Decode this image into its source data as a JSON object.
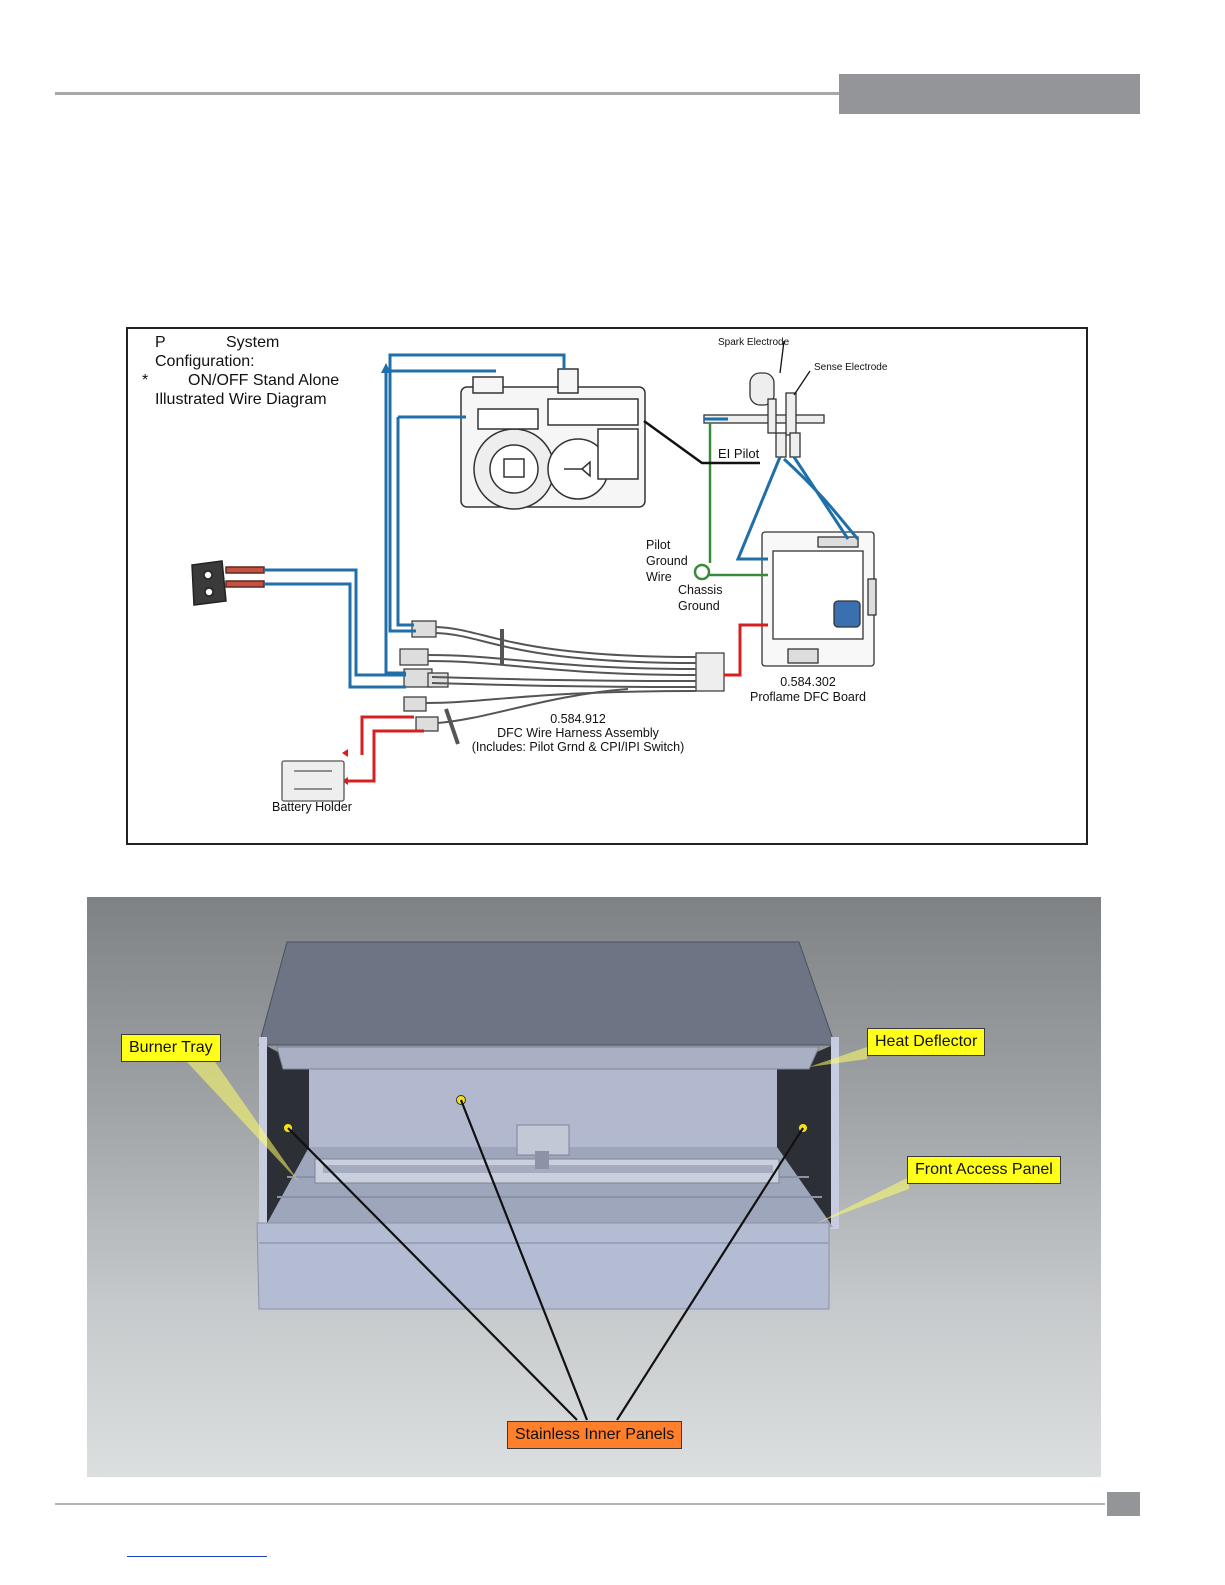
{
  "wiring_diagram": {
    "config_title_line1_a": "P",
    "config_title_line1_b": "System",
    "config_title_line2": "Configuration:",
    "config_title_line3_star": "*",
    "config_title_line3_text": "ON/OFF Stand Alone",
    "config_title_line4": "Illustrated Wire Diagram",
    "spark_electrode": "Spark Electrode",
    "sense_electrode": "Sense Electrode",
    "ei_pilot": "EI Pilot",
    "pilot_ground_wire_1": "Pilot",
    "pilot_ground_wire_2": "Ground",
    "pilot_ground_wire_3": "Wire",
    "chassis_ground_1": "Chassis",
    "chassis_ground_2": "Ground",
    "board_part_number": "0.584.302",
    "board_name": "Proflame DFC Board",
    "harness_part_number": "0.584.912",
    "harness_name": "DFC Wire Harness Assembly",
    "harness_note": "(Includes: Pilot Grnd & CPI/IPI Switch)",
    "battery_holder": "Battery Holder"
  },
  "burner_render": {
    "burner_tray": "Burner Tray",
    "heat_deflector": "Heat Deflector",
    "front_access_panel": "Front Access Panel",
    "stainless_inner_panels": "Stainless Inner Panels"
  },
  "colors": {
    "wire_blue": "#1f6fa8",
    "wire_green": "#3a8a3a",
    "wire_red": "#d42020",
    "callout_yellow": "#ffff1a",
    "callout_orange": "#ff7f2a",
    "header_gray": "#939598"
  }
}
